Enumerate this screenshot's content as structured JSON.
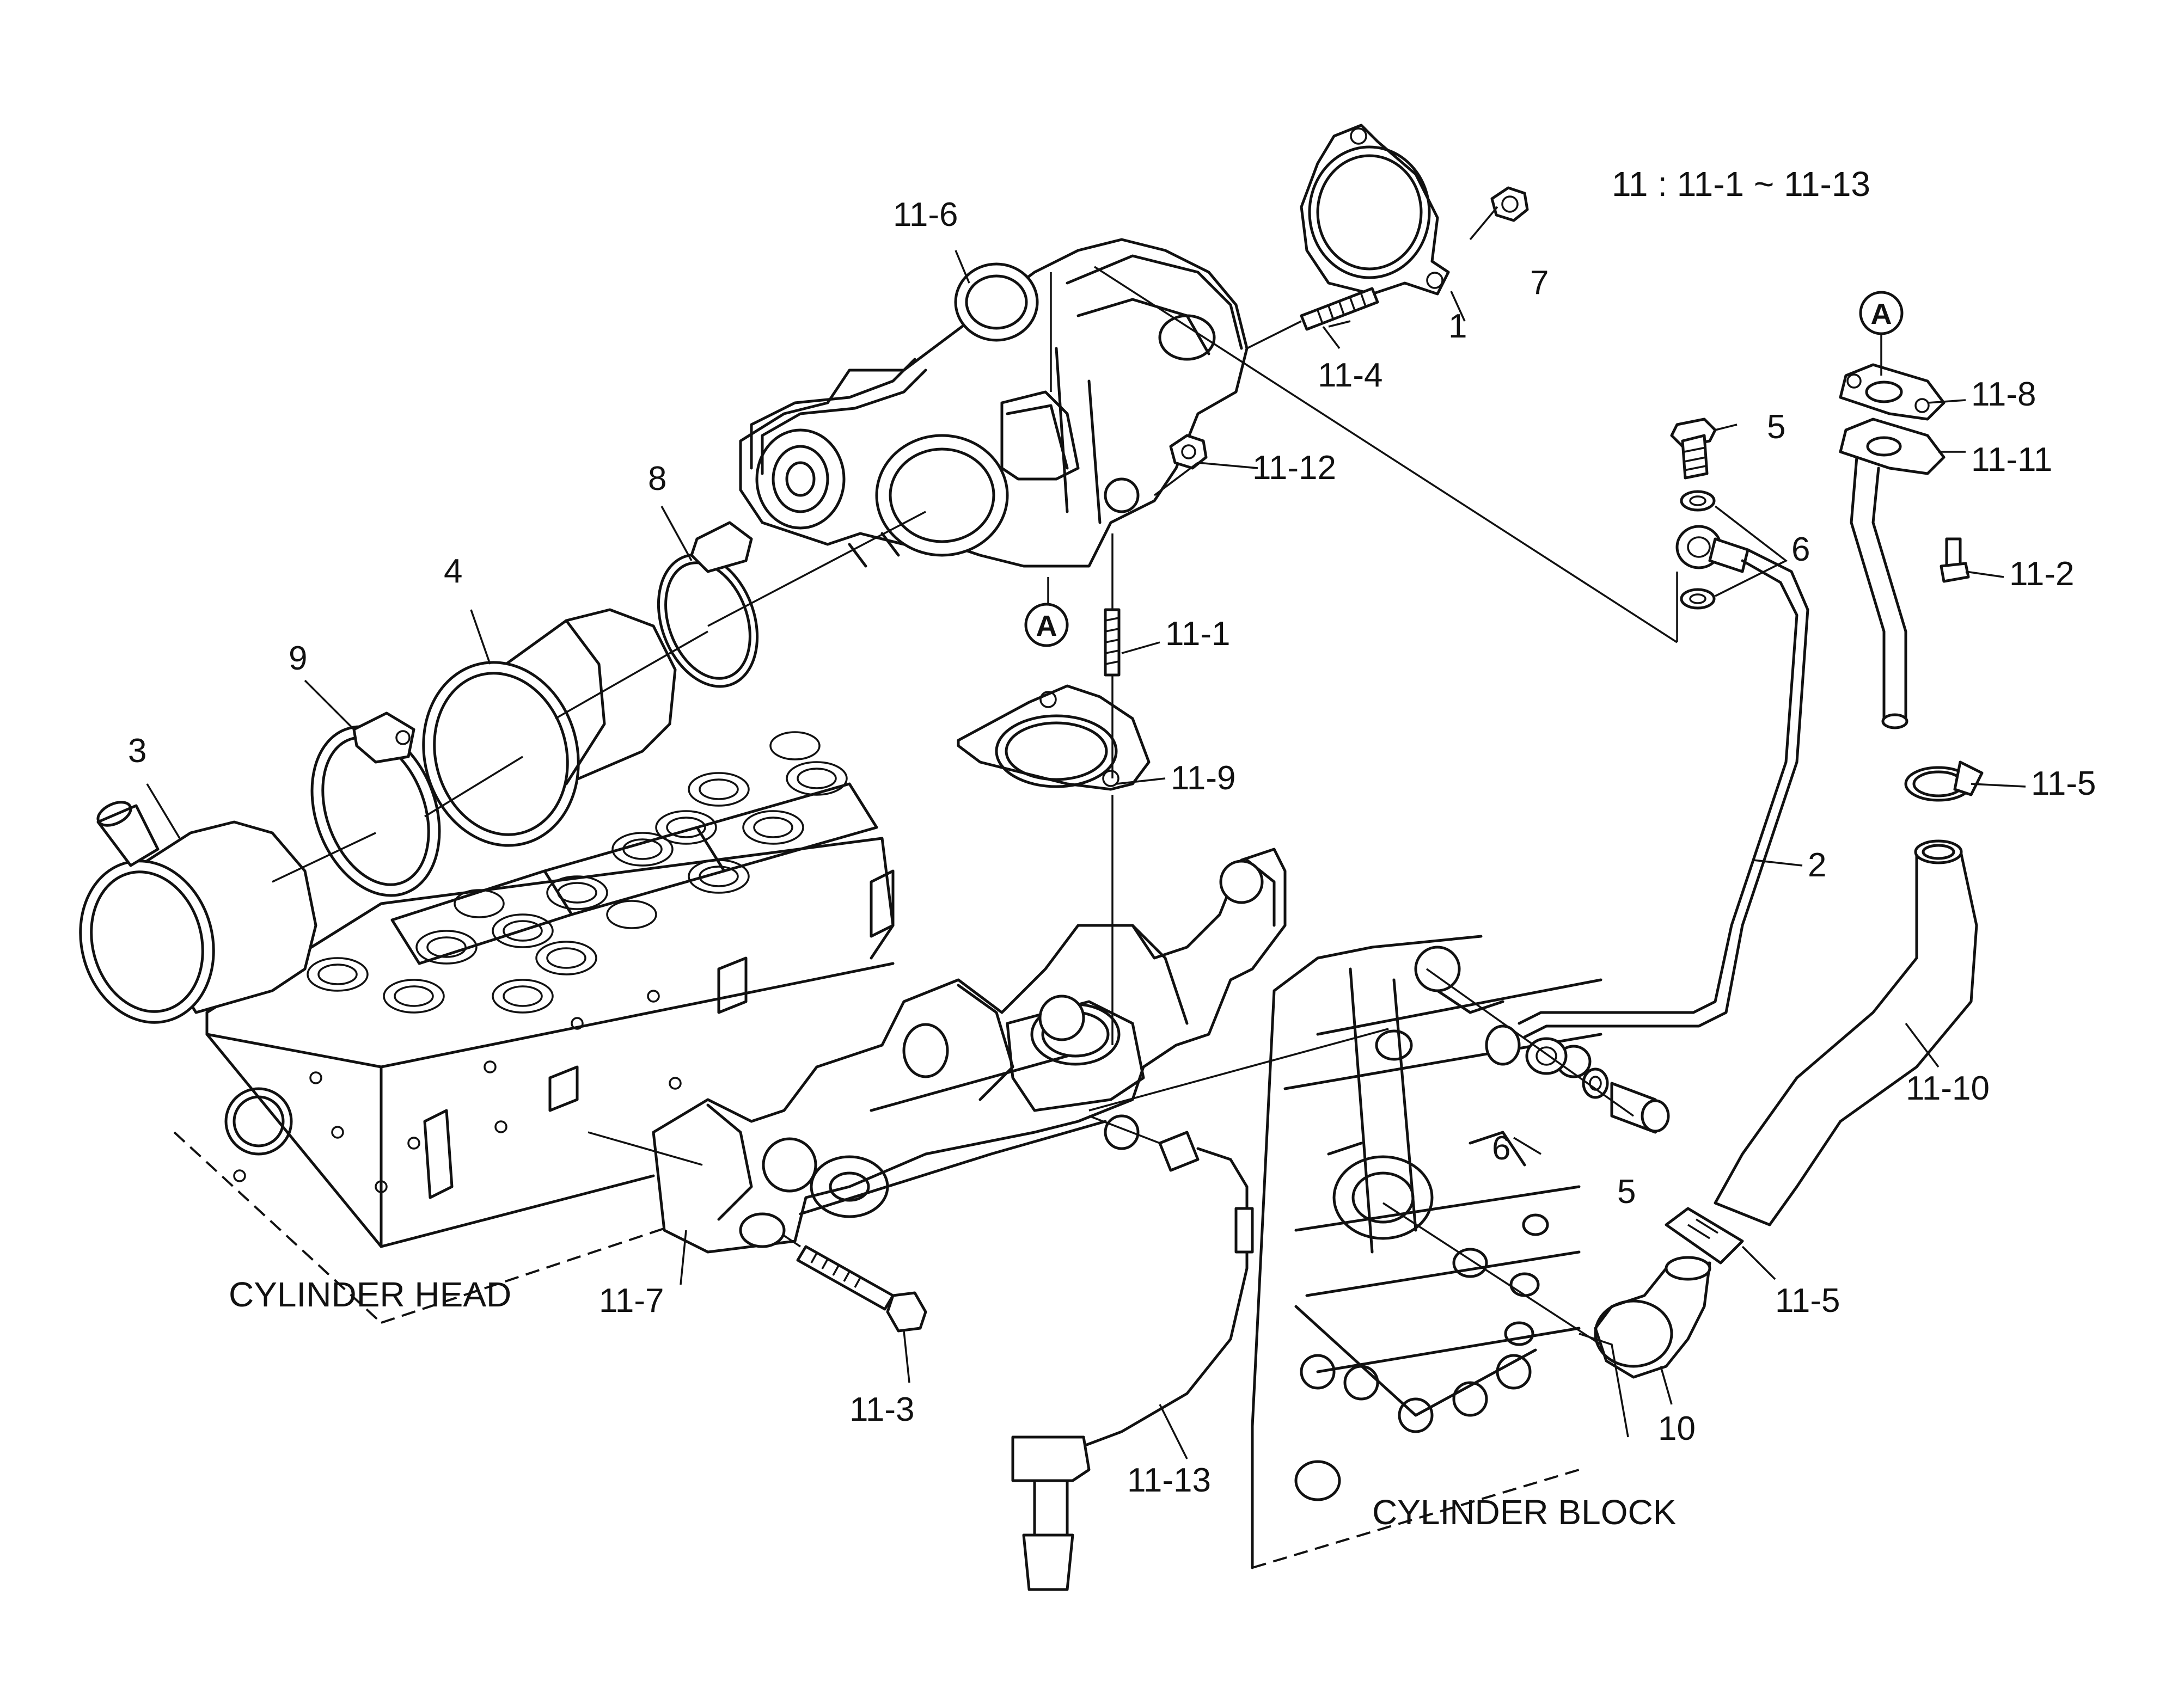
{
  "legend": "11 : 11-1 ~ 11-13",
  "sections": {
    "head": "CYLINDER HEAD",
    "block": "CYLINDER BLOCK"
  },
  "callouts": {
    "c1": "1",
    "c2": "2",
    "c3": "3",
    "c4": "4",
    "c5a": "5",
    "c5b": "5",
    "c6a": "6",
    "c6b": "6",
    "c7": "7",
    "c8": "8",
    "c9": "9",
    "c10": "10",
    "c11_1": "11-1",
    "c11_2": "11-2",
    "c11_3": "11-3",
    "c11_4": "11-4",
    "c11_5a": "11-5",
    "c11_5b": "11-5",
    "c11_6": "11-6",
    "c11_7": "11-7",
    "c11_8": "11-8",
    "c11_9": "11-9",
    "c11_10": "11-10",
    "c11_11": "11-11",
    "c11_12": "11-12",
    "c11_13": "11-13"
  },
  "ref_markers": {
    "a1": "A",
    "a2": "A"
  }
}
